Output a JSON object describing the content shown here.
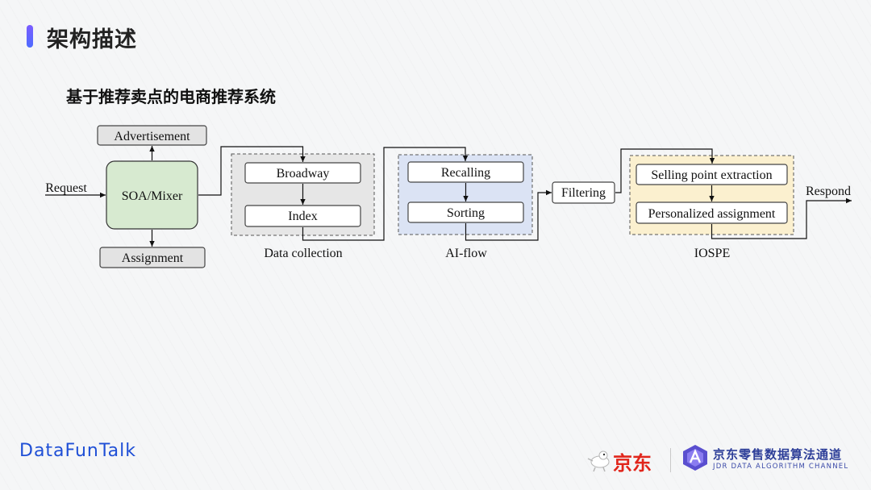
{
  "header": {
    "title": "架构描述"
  },
  "section": {
    "subtitle": "基于推荐卖点的电商推荐系统"
  },
  "diagram": {
    "input_label": "Request",
    "output_label": "Respond",
    "hub": {
      "label": "SOA/Mixer",
      "top": "Advertisement",
      "bottom": "Assignment"
    },
    "stages": [
      {
        "name": "Data collection",
        "steps": [
          "Broadway",
          "Index"
        ]
      },
      {
        "name": "AI-flow",
        "steps": [
          "Recalling",
          "Sorting"
        ]
      },
      {
        "name": "Filtering",
        "steps": []
      },
      {
        "name": "IOSPE",
        "steps": [
          "Selling point extraction",
          "Personalized assignment"
        ]
      }
    ],
    "colors": {
      "hub_fill": "#d7ead0",
      "data_fill": "#e6e6e6",
      "ai_fill": "#dbe3f4",
      "iospe_fill": "#fbf0cf"
    }
  },
  "footer": {
    "brand": "DataFunTalk",
    "jd": "京东",
    "channel_cn": "京东零售数据算法通道",
    "channel_en": "JDR DATA ALGORITHM CHANNEL"
  }
}
